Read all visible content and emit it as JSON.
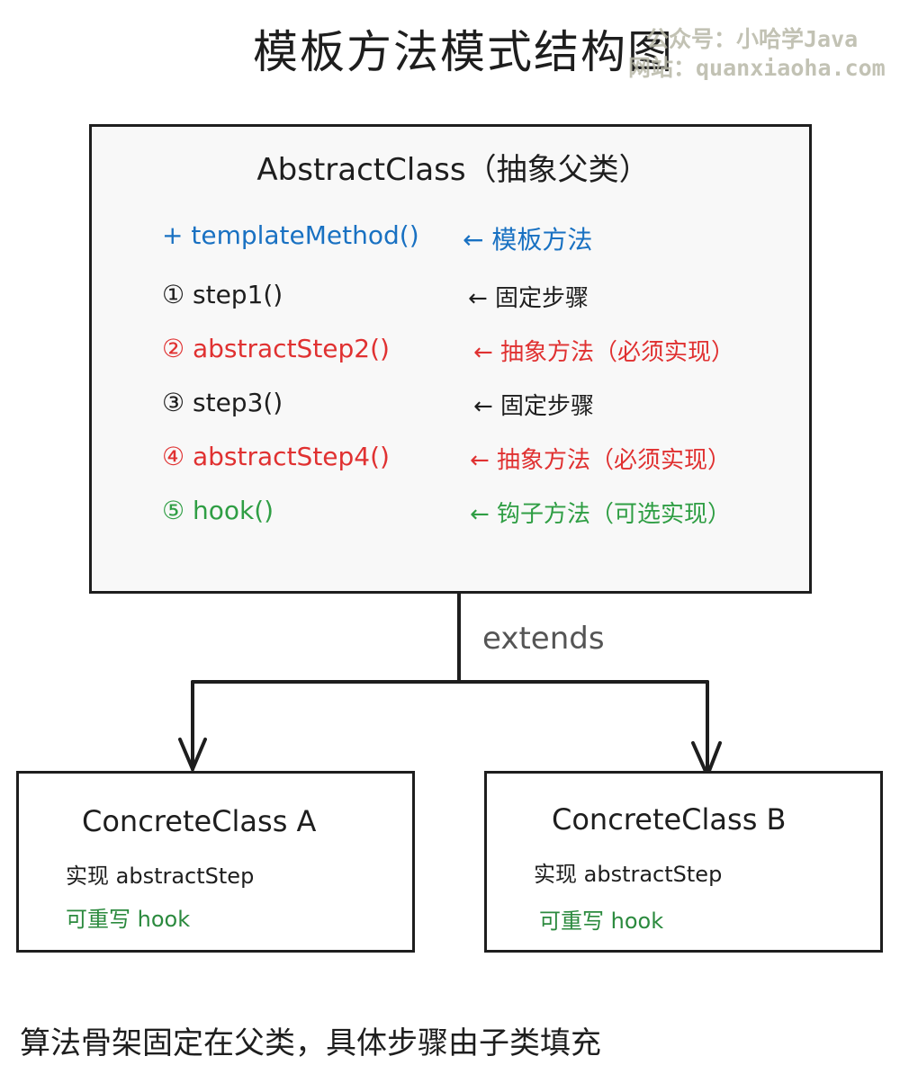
{
  "title": "模板方法模式结构图",
  "watermark": {
    "line1": "公众号：小哈学Java",
    "line2": "网站：quanxiaoha.com"
  },
  "abstract_class": {
    "name": "AbstractClass（抽象父类）",
    "template": {
      "method": "+ templateMethod()",
      "note": "← 模板方法"
    },
    "steps": [
      {
        "method": "① step1()",
        "note": "← 固定步骤",
        "color": "#1e1e1e"
      },
      {
        "method": "② abstractStep2()",
        "note": "← 抽象方法（必须实现）",
        "color": "#e03131"
      },
      {
        "method": "③ step3()",
        "note": "← 固定步骤",
        "color": "#1e1e1e"
      },
      {
        "method": "④ abstractStep4()",
        "note": "← 抽象方法（必须实现）",
        "color": "#e03131"
      },
      {
        "method": "⑤ hook()",
        "note": "← 钩子方法（可选实现）",
        "color": "#2f9e44"
      }
    ]
  },
  "relation": "extends",
  "concrete": [
    {
      "name": "ConcreteClass A",
      "line1": "实现 abstractStep",
      "line2": "可重写 hook"
    },
    {
      "name": "ConcreteClass B",
      "line1": "实现 abstractStep",
      "line2": "可重写 hook"
    }
  ],
  "caption": "算法骨架固定在父类，具体步骤由子类填充"
}
